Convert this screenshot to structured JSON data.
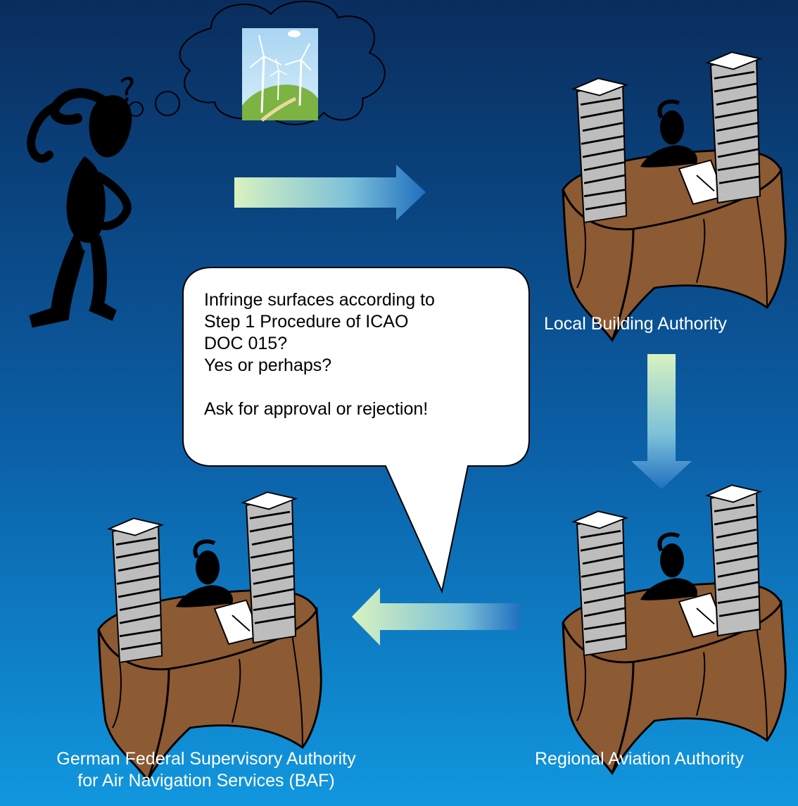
{
  "nodes": {
    "local": {
      "label": "Local Building Authority"
    },
    "regional": {
      "label": "Regional Aviation Authority"
    },
    "federal": {
      "label_line1": "German Federal Supervisory Authority",
      "label_line2": "for Air Navigation Services (BAF)"
    }
  },
  "bubble": {
    "line1": "Infringe surfaces according to",
    "line2": "Step 1 Procedure of ICAO",
    "line3": "DOC 015?",
    "line4": "Yes or perhaps?",
    "line5": "Ask for approval or rejection!"
  },
  "thought": {
    "symbol": "?"
  },
  "colors": {
    "background_top": "#0a2d5e",
    "background_bottom": "#1197de",
    "desk": "#8c5a33",
    "arrow_light": "#d8f2c0",
    "arrow_dark": "#1f6fc0"
  }
}
